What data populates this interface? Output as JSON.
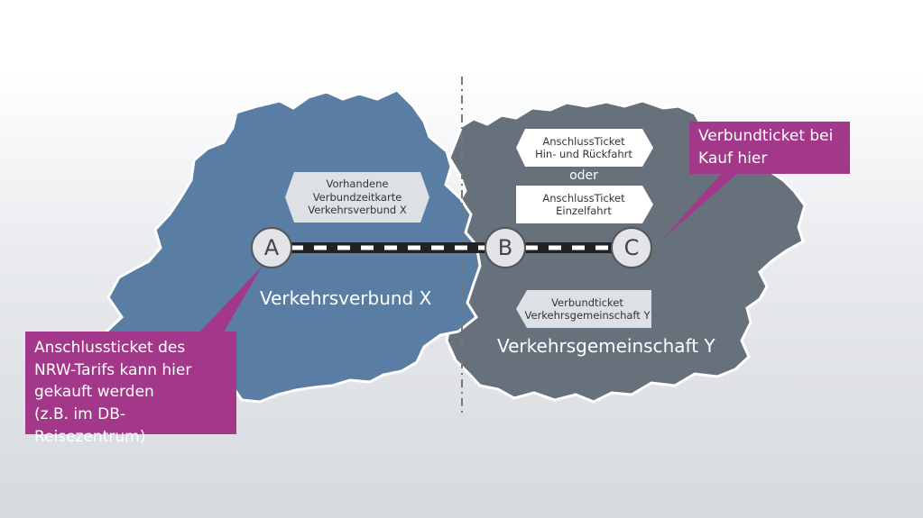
{
  "regions": {
    "x": {
      "name": "Verkehrsverbund X",
      "color": "#5a7ea3"
    },
    "y": {
      "name": "Verkehrsgemeinschaft Y",
      "color": "#66717c"
    }
  },
  "stations": {
    "a": "A",
    "b": "B",
    "c": "C"
  },
  "tickets": {
    "existing": {
      "line1": "Vorhandene",
      "line2": "Verbundzeitkarte",
      "line3": "Verkehrsverbund X"
    },
    "round_trip": {
      "line1": "AnschlussTicket",
      "line2": "Hin- und Rückfahrt"
    },
    "or": "oder",
    "single": {
      "line1": "AnschlussTicket",
      "line2": "Einzelfahrt"
    },
    "y_ticket": {
      "line1": "Verbundticket",
      "line2": "Verkehrsgemeinschaft Y"
    }
  },
  "callouts": {
    "nrw": {
      "line1": "Anschlussticket des",
      "line2": "NRW-Tarifs kann hier",
      "line3": "gekauft werden",
      "line4": "(z.B. im DB-Reisezentrum)"
    },
    "verbund": {
      "line1": "Verbundticket bei",
      "line2": "Kauf hier"
    }
  },
  "colors": {
    "callout": "#a3388a",
    "route": "#222222"
  }
}
